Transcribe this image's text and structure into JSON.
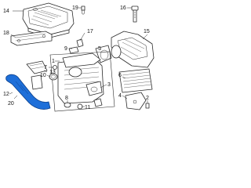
{
  "callouts": [
    {
      "id": "c-14",
      "text": "14"
    },
    {
      "id": "c-19",
      "text": "19"
    },
    {
      "id": "c-16",
      "text": "16"
    },
    {
      "id": "c-18",
      "text": "18"
    },
    {
      "id": "c-17",
      "text": "17"
    },
    {
      "id": "c-15",
      "text": "15"
    },
    {
      "id": "c-5",
      "text": "5"
    },
    {
      "id": "c-9",
      "text": "9"
    },
    {
      "id": "c-1",
      "text": "1"
    },
    {
      "id": "c-10",
      "text": "10"
    },
    {
      "id": "c-7",
      "text": "7"
    },
    {
      "id": "c-13",
      "text": "13"
    },
    {
      "id": "c-8",
      "text": "8"
    },
    {
      "id": "c-3",
      "text": "3"
    },
    {
      "id": "c-11",
      "text": "11"
    },
    {
      "id": "c-6",
      "text": "6"
    },
    {
      "id": "c-4",
      "text": "4"
    },
    {
      "id": "c-2",
      "text": "2"
    },
    {
      "id": "c-12",
      "text": "12"
    },
    {
      "id": "c-20",
      "text": "20"
    }
  ],
  "highlight_color": "#1e6fd9"
}
